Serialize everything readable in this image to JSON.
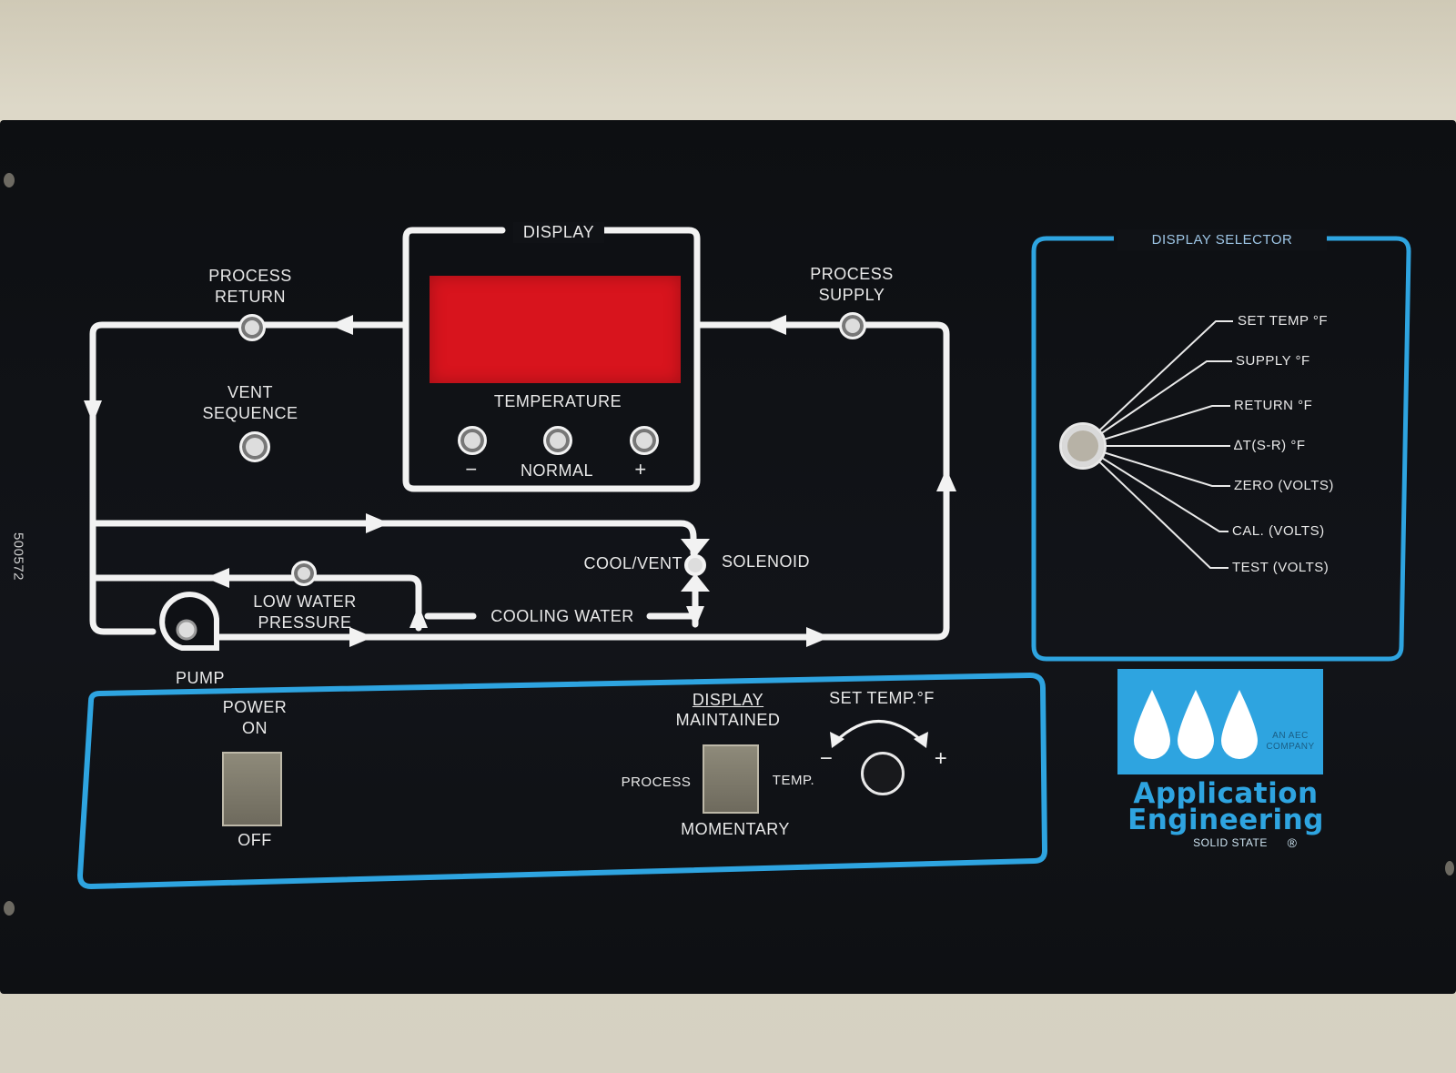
{
  "panel": {
    "part_number": "500572",
    "display_title": "DISPLAY",
    "temperature_label": "TEMPERATURE",
    "normal_label": "NORMAL",
    "minus_label": "−",
    "plus_label": "+",
    "process_return": [
      "PROCESS",
      "RETURN"
    ],
    "process_supply": [
      "PROCESS",
      "SUPPLY"
    ],
    "vent_sequence": [
      "VENT",
      "SEQUENCE"
    ],
    "cool_vent": "COOL/VENT",
    "solenoid": "SOLENOID",
    "low_water_pressure": [
      "LOW  WATER",
      "PRESSURE"
    ],
    "cooling_water": "COOLING WATER",
    "pump": "PUMP"
  },
  "display_selector": {
    "title": "DISPLAY  SELECTOR",
    "positions": [
      "SET  TEMP °F",
      "SUPPLY  °F",
      "RETURN  °F",
      "∆T(S-R)  °F",
      "ZERO  (VOLTS)",
      "CAL.  (VOLTS)",
      "TEST  (VOLTS)"
    ]
  },
  "controls": {
    "power": [
      "POWER",
      "ON"
    ],
    "off": "OFF",
    "display": "DISPLAY",
    "maintained": "MAINTAINED",
    "momentary": "MOMENTARY",
    "process": "PROCESS",
    "temp": "TEMP.",
    "set_temp": "SET  TEMP.°F",
    "set_minus": "−",
    "set_plus": "+"
  },
  "logo": {
    "company_tag": [
      "AN AEC",
      "COMPANY"
    ],
    "name_line1": "Application",
    "name_line2": "Engineering",
    "solid_state": "SOLID  STATE",
    "registered": "®"
  },
  "colors": {
    "panel": "#0f1115",
    "line": "#f2f2f2",
    "accent_blue": "#2ea4e0",
    "display_red": "#d8141d"
  }
}
